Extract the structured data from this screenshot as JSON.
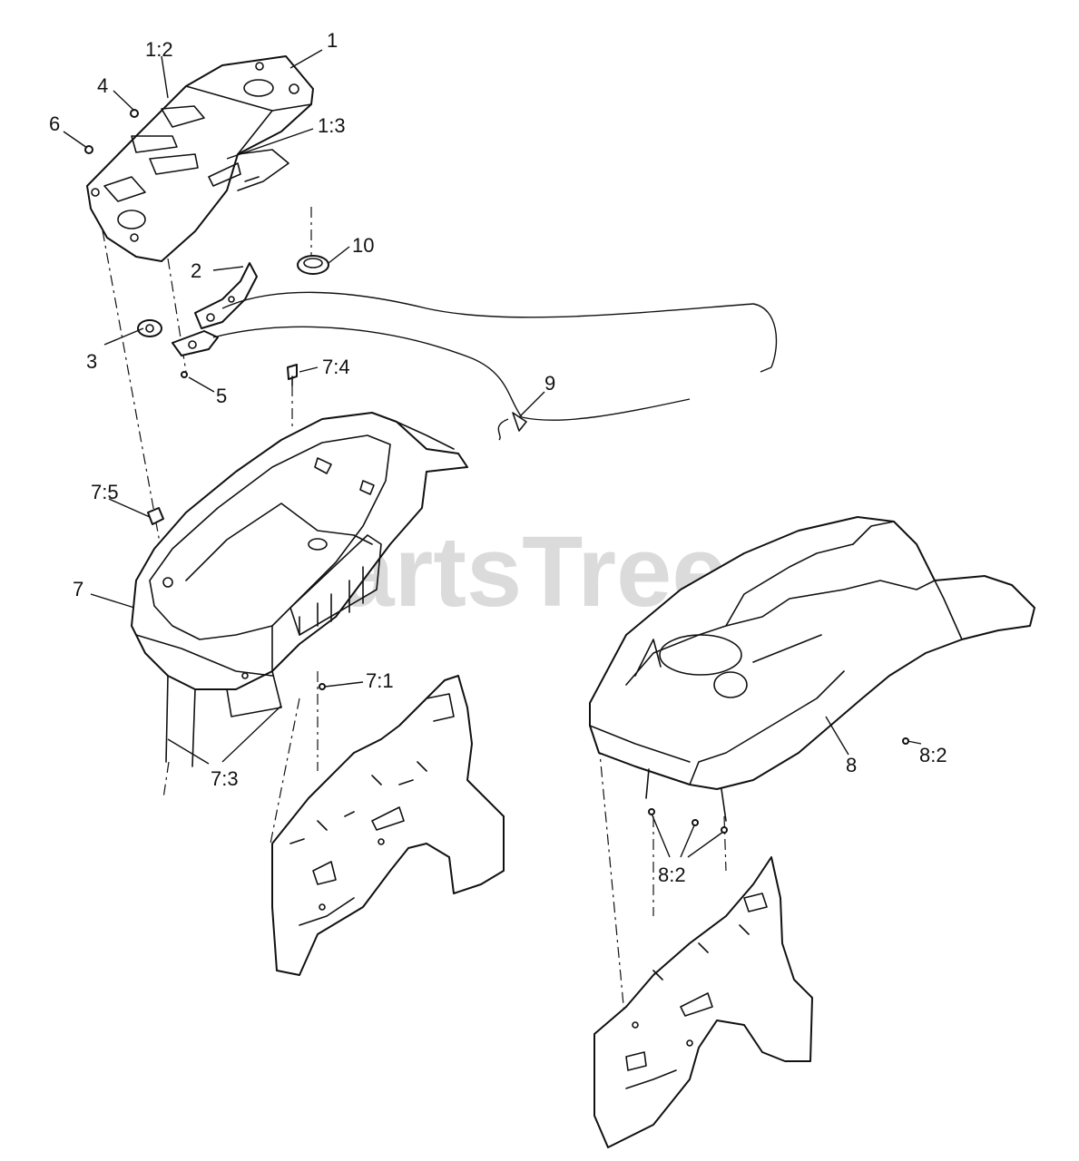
{
  "watermark": "PartsTree",
  "callouts": {
    "c1": "1",
    "c1_2": "1:2",
    "c1_3": "1:3",
    "c2": "2",
    "c3": "3",
    "c4": "4",
    "c5": "5",
    "c6": "6",
    "c7": "7",
    "c7_1": "7:1",
    "c7_3": "7:3",
    "c7_4": "7:4",
    "c7_5": "7:5",
    "c8": "8",
    "c8_2a": "8:2",
    "c8_2b": "8:2",
    "c9": "9",
    "c10": "10"
  }
}
